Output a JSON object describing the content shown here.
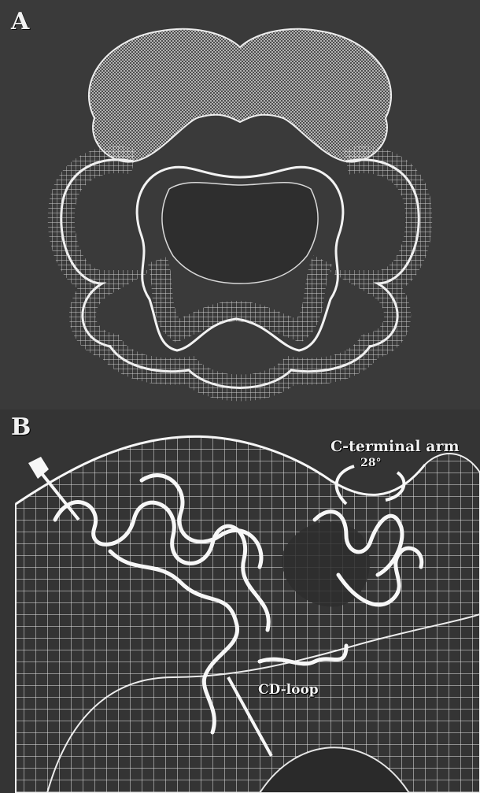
{
  "panels": {
    "a": {
      "label": "A"
    },
    "b": {
      "label": "B"
    }
  },
  "annotations": {
    "c_terminal_arm": "C-terminal arm",
    "rotation_angle": "28°",
    "cd_loop": "CD-loop"
  },
  "colors": {
    "background": "#3a3a3a",
    "mesh": "#e6e6e6",
    "ribbon": "#f4f4f4"
  }
}
